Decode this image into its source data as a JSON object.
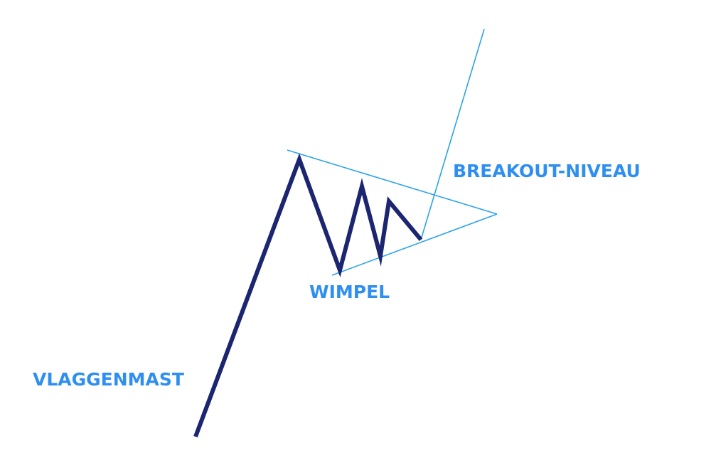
{
  "labels": {
    "breakout": "BREAKOUT-NIVEAU",
    "pennant": "WIMPEL",
    "flagpole": "VLAGGENMAST"
  },
  "colors": {
    "price_line": "#1b2570",
    "trend_lines": "#2aa3ea",
    "label_text": "#2f8ff0",
    "background": "#ffffff"
  }
}
